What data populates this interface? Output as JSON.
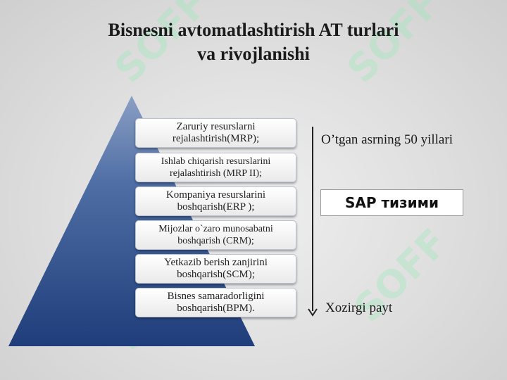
{
  "title": {
    "line1": "Bisnesni avtomatlashtirish AT turlari",
    "line2": "va rivojlanishi"
  },
  "watermark": "SOFF",
  "layers": [
    {
      "line1": "Zaruriy resurslarni",
      "line2": "rejalashtirish(MRP);"
    },
    {
      "line1": "Ishlab  chiqarish resurslarini",
      "line2": "rejalashtirish (MRP II);"
    },
    {
      "line1": "Kompaniya resurslarini",
      "line2": "boshqarish(ERP );"
    },
    {
      "line1": "Mijozlar o`zaro munosabatni",
      "line2": "boshqarish (CRM);"
    },
    {
      "line1": "Yetkazib berish zanjirini",
      "line2": "boshqarish(SCM);"
    },
    {
      "line1": "Bisnes samaradorligini",
      "line2": "boshqarish(BPM)."
    }
  ],
  "timeline": {
    "start_label": "O’tgan asrning 50 yillari",
    "end_label": "Xozirgi payt"
  },
  "sap_label": "SAP  тизими",
  "colors": {
    "pyramid_top": "#8a9fc4",
    "pyramid_bottom": "#1f3d7a",
    "watermark": "#96ebb4"
  }
}
